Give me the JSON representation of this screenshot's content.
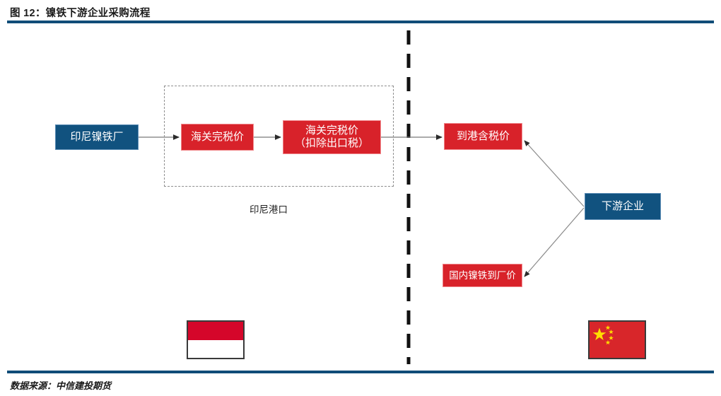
{
  "header": {
    "title": "图 12：镍铁下游企业采购流程",
    "accent_color": "#104C78"
  },
  "footer": {
    "source": "数据来源：中信建投期货"
  },
  "diagram": {
    "type": "flowchart",
    "region": {
      "label": "印尼港口",
      "style": "dashed"
    },
    "divider": {
      "name": "country-divider",
      "style": "dashed-vertical",
      "color": "#111111"
    },
    "nodes": [
      {
        "id": "indonesia-plant",
        "label": "印尼镍铁厂",
        "color": "#11527F",
        "text_color": "#FFFFFF"
      },
      {
        "id": "customs-price",
        "label": "海关完税价",
        "color": "#D8222A",
        "text_color": "#FFFFFF"
      },
      {
        "id": "customs-net",
        "label": "海关完税价\n（扣除出口税）",
        "color": "#D8222A",
        "text_color": "#FFFFFF"
      },
      {
        "id": "port-taxed",
        "label": "到港含税价",
        "color": "#D8222A",
        "text_color": "#FFFFFF"
      },
      {
        "id": "downstream",
        "label": "下游企业",
        "color": "#11527F",
        "text_color": "#FFFFFF"
      },
      {
        "id": "domestic-ferro",
        "label": "国内镍铁到厂价",
        "color": "#D8222A",
        "text_color": "#FFFFFF"
      }
    ],
    "edges": [
      {
        "from": "indonesia-plant",
        "to": "customs-price"
      },
      {
        "from": "customs-price",
        "to": "customs-net"
      },
      {
        "from": "customs-net",
        "to": "port-taxed"
      },
      {
        "from": "downstream",
        "to": "port-taxed"
      },
      {
        "from": "downstream",
        "to": "domestic-ferro"
      }
    ],
    "flags": [
      {
        "id": "indonesia",
        "name": "indonesia-flag",
        "colors": [
          "#D5062A",
          "#FFFFFF"
        ]
      },
      {
        "id": "china",
        "name": "china-flag",
        "colors": [
          "#D8262A",
          "#FFDE00"
        ]
      }
    ]
  }
}
